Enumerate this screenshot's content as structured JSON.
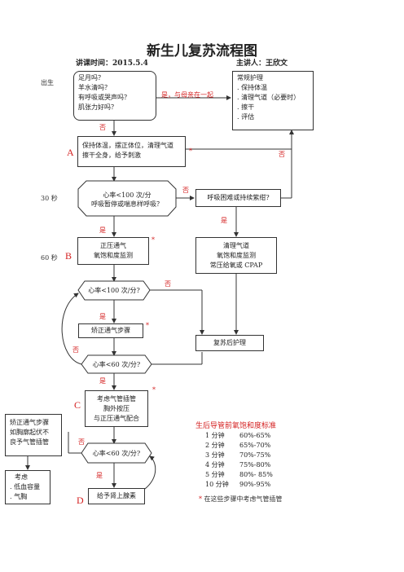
{
  "header": {
    "title": "新生儿复苏流程图",
    "time_label": "讲课时间：2015.5.4",
    "speaker_label": "主讲人：王欣文"
  },
  "side_labels": {
    "birth": "出生",
    "s30": "30 秒",
    "s60": "60 秒"
  },
  "stage_letters": {
    "a": "A",
    "b": "B",
    "c": "C",
    "d": "D"
  },
  "box_assess": {
    "l1": "足月吗？",
    "l2": "羊水清吗？",
    "l3": "有呼吸或哭声吗？",
    "l4": "肌张力好吗？"
  },
  "yes_with_mother": "是，与母亲在一起",
  "box_routine": {
    "l1": "常规护理",
    "l2": ". 保持体温",
    "l3": ". 清理气道（必要时）",
    "l4": ". 擦干",
    "l5": ". 评估"
  },
  "box_a": {
    "l1": "保持体温，摆正体位，清理气道",
    "l2": "擦干全身，给予刺激"
  },
  "hex_hr100": {
    "l1": "心率<100 次/分",
    "l2": "呼吸暂停或喘息样呼吸？"
  },
  "box_breath": {
    "l1": "呼吸困难或持续紫绀?"
  },
  "box_ppv": {
    "l1": "正压通气",
    "l2": "氧饱和度监测"
  },
  "box_clear": {
    "l1": "清理气道",
    "l2": "氧饱和度监测",
    "l3": "常压给氧或 CPAP"
  },
  "hex_hr100b": {
    "l1": "心率<100 次/分?"
  },
  "box_correct": {
    "l1": "矫正通气步骤"
  },
  "box_post": {
    "l1": "复苏后护理"
  },
  "hex_hr60": {
    "l1": "心率<60 次/分?"
  },
  "box_c": {
    "l1": "考虑气管插管",
    "l2": "胸外按压",
    "l3": "与正压通气配合"
  },
  "box_correct2": {
    "l1": "矫正通气步骤",
    "l2": "如胸廓起伏不",
    "l3": "良予气管插管"
  },
  "hex_hr60b": {
    "l1": "心率<60 次/分?"
  },
  "box_consider": {
    "l1": "考虑",
    "l2": ". 低血容量",
    "l3": ". 气胸"
  },
  "box_d": {
    "l1": "给予肾上腺素"
  },
  "flow_labels": {
    "no": "否",
    "yes": "是",
    "star": "*"
  },
  "spo2_standard": {
    "title": "生后导管前氧饱和度标准",
    "rows": [
      {
        "time": "1 分钟",
        "range": "60%-65%"
      },
      {
        "time": "2 分钟",
        "range": "65%-70%"
      },
      {
        "time": "3 分钟",
        "range": "70%-75%"
      },
      {
        "time": "4 分钟",
        "range": "75%-80%"
      },
      {
        "time": "5 分钟",
        "range": "80%- 85%"
      },
      {
        "time": "10 分钟",
        "range": "90%-95%"
      }
    ],
    "footnote": "*  在这些步骤中考虑气管插管"
  },
  "colors": {
    "accent": "#d42020",
    "line": "#333333"
  }
}
